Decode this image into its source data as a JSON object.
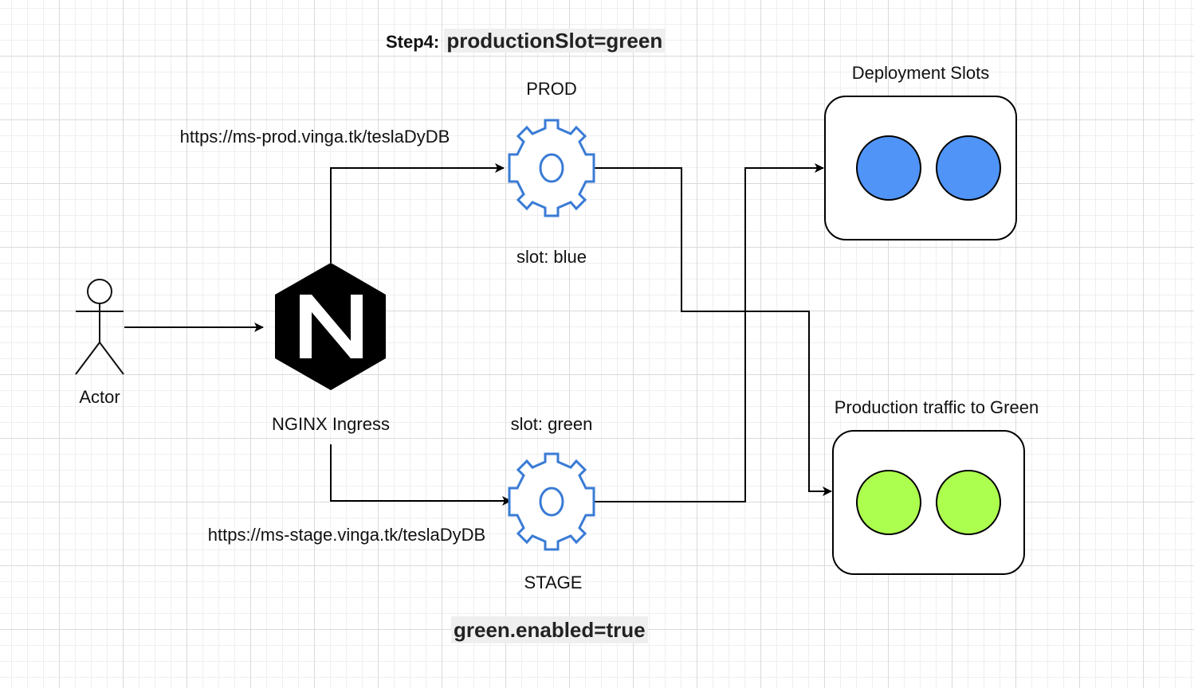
{
  "step": {
    "prefix": "Step4:",
    "command": "productionSlot=green"
  },
  "actor": {
    "label": "Actor"
  },
  "ingress": {
    "label": "NGINX Ingress",
    "logo_letter": "N"
  },
  "prod": {
    "title": "PROD",
    "url": "https://ms-prod.vinga.tk/teslaDyDB",
    "slot_label": "slot: blue"
  },
  "stage": {
    "title": "STAGE",
    "url": "https://ms-stage.vinga.tk/teslaDyDB",
    "slot_label": "slot: green"
  },
  "deployment_slots": {
    "title": "Deployment Slots"
  },
  "production_traffic": {
    "title": "Production traffic to Green"
  },
  "bottom_flag": "green.enabled=true",
  "colors": {
    "blue_slot": "#4f94f6",
    "green_slot": "#adff4f",
    "gear_stroke": "#3a7bd5",
    "nginx_fill": "#000000"
  }
}
